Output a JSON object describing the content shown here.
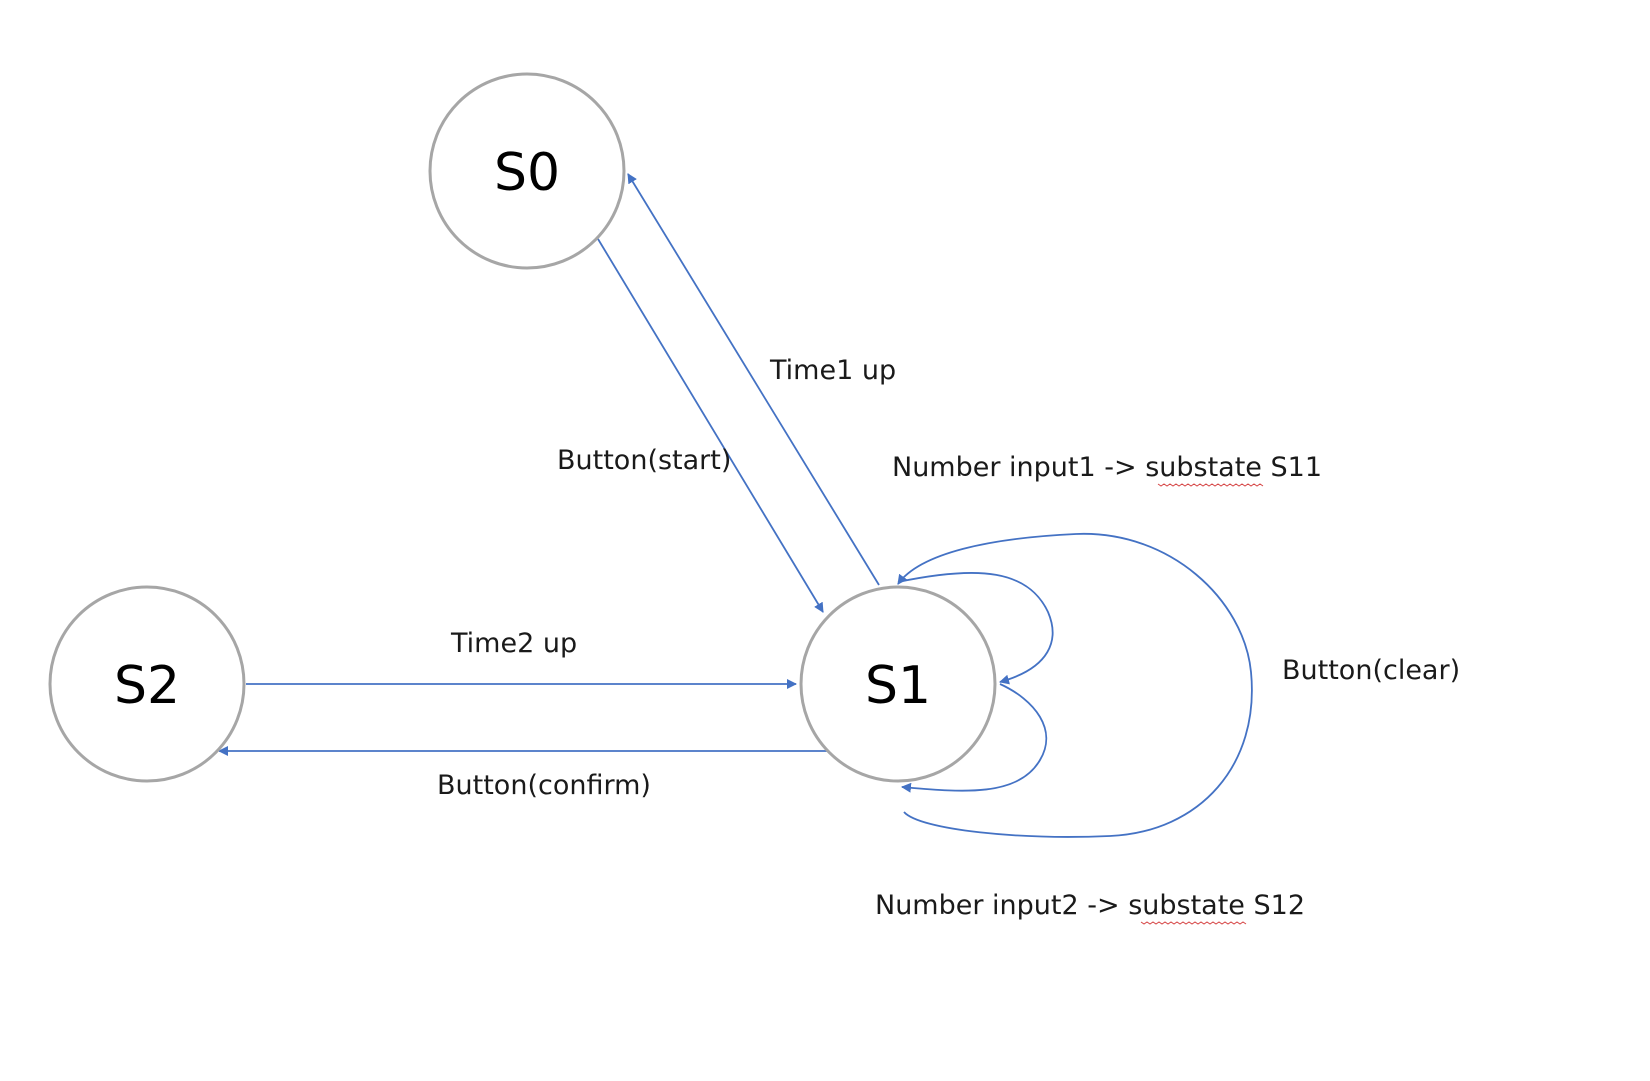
{
  "diagram": {
    "states": [
      {
        "id": "S0",
        "label": "S0"
      },
      {
        "id": "S1",
        "label": "S1"
      },
      {
        "id": "S2",
        "label": "S2"
      }
    ],
    "transitions": [
      {
        "from": "S0",
        "to": "S1",
        "label": "Button(start)"
      },
      {
        "from": "S1",
        "to": "S0",
        "label": "Time1 up"
      },
      {
        "from": "S2",
        "to": "S1",
        "label": "Time2 up"
      },
      {
        "from": "S1",
        "to": "S2",
        "label": "Button(confirm)"
      },
      {
        "from": "S1",
        "to": "S1",
        "label": "Number input1 -> substate S11"
      },
      {
        "from": "S1",
        "to": "S1",
        "label": "Number input2 -> substate S12"
      },
      {
        "from": "S1",
        "to": "S1",
        "label": "Button(clear)"
      }
    ],
    "colors": {
      "edge": "#4472c4",
      "state_border": "#a6a6a6",
      "spell_check": "#d64545"
    }
  }
}
